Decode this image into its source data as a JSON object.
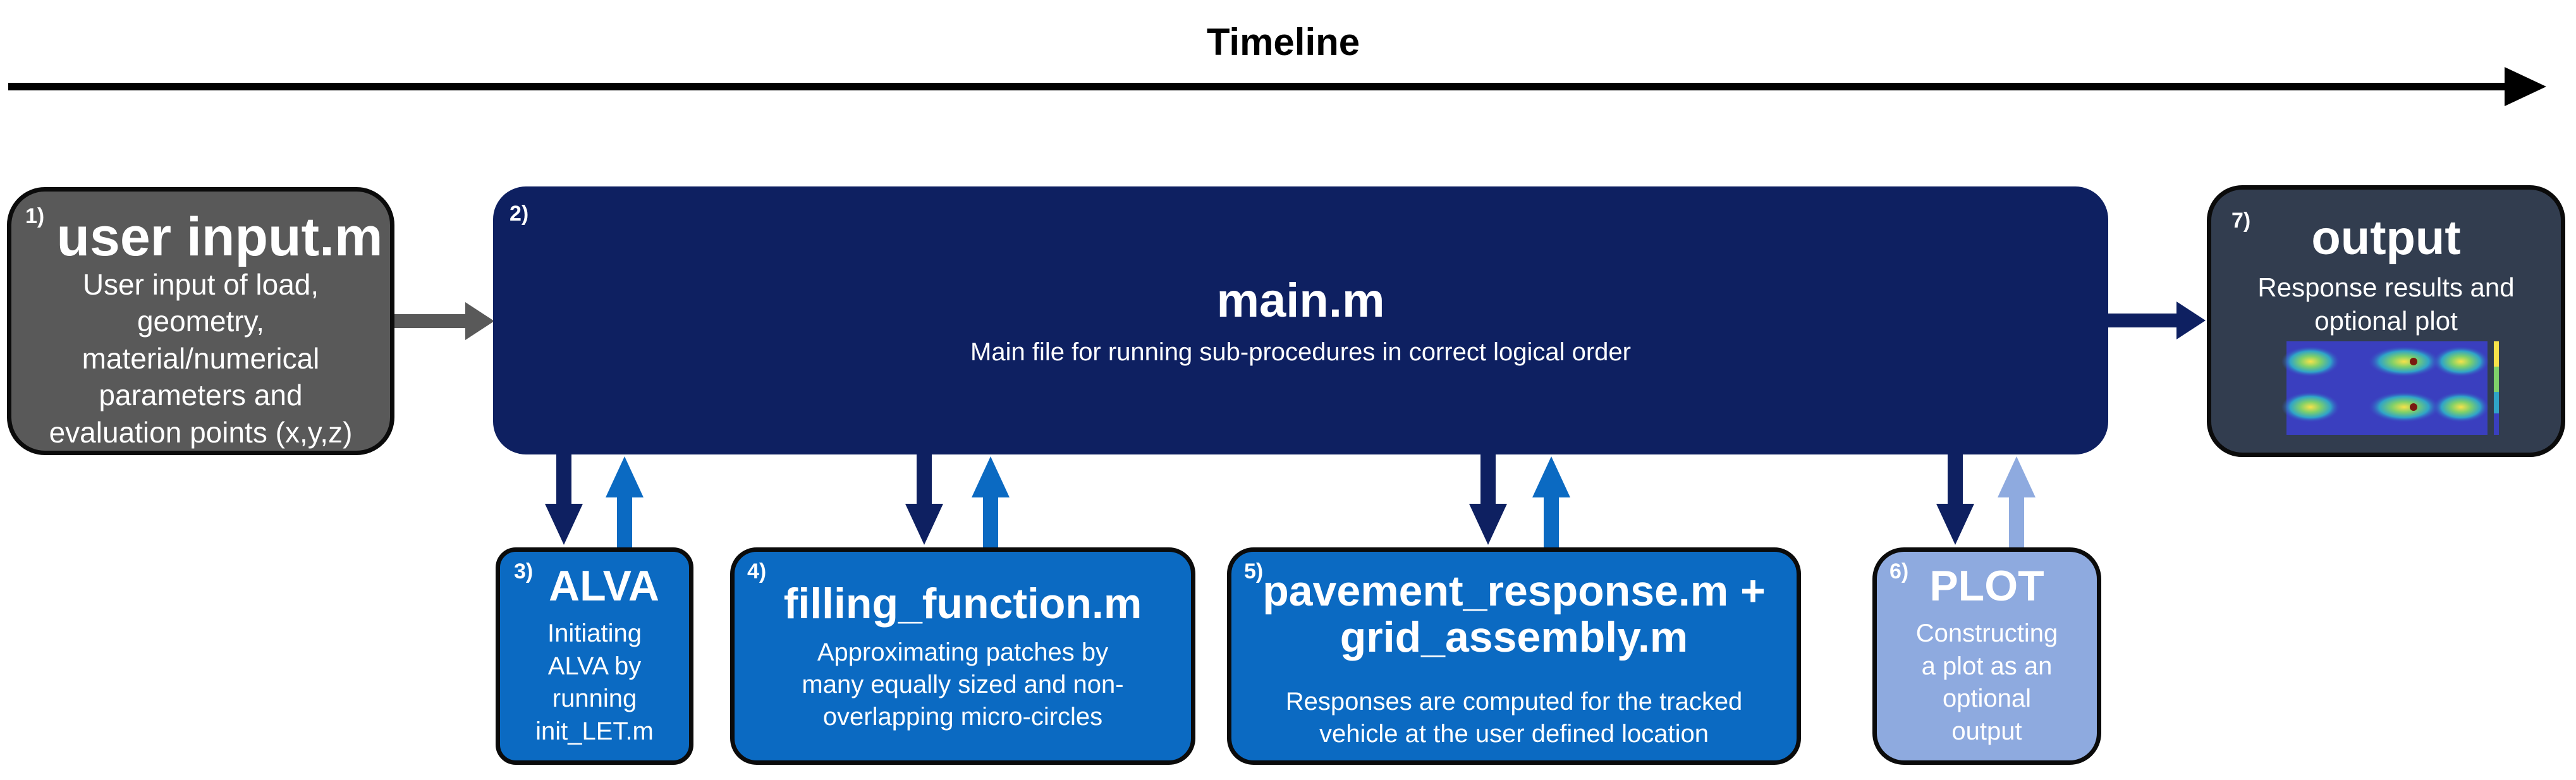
{
  "timeline": {
    "label": "Timeline"
  },
  "boxes": {
    "user_input": {
      "number": "1)",
      "title": "user input.m",
      "lines": [
        "User input of load,",
        "geometry,",
        "material/numerical",
        "parameters and",
        "evaluation points (x,y,z)"
      ]
    },
    "main": {
      "number": "2)",
      "title": "main.m",
      "description": "Main file for running sub-procedures in correct logical order"
    },
    "alva": {
      "number": "3)",
      "title": "ALVA",
      "lines": [
        "Initiating",
        "ALVA by",
        "running",
        "init_LET.m"
      ]
    },
    "filling": {
      "number": "4)",
      "title": "filling_function.m",
      "lines": [
        "Approximating patches by",
        "many equally sized and non-",
        "overlapping micro-circles"
      ]
    },
    "pavement": {
      "number": "5)",
      "title_lines": [
        "pavement_response.m +",
        "grid_assembly.m"
      ],
      "lines": [
        "Responses are computed for the tracked",
        "vehicle at the user defined location"
      ]
    },
    "plot": {
      "number": "6)",
      "title": "PLOT",
      "lines": [
        "Constructing",
        "a plot as an",
        "optional",
        "output"
      ]
    },
    "output": {
      "number": "7)",
      "title": "output",
      "lines": [
        "Response results and",
        "optional plot"
      ]
    }
  },
  "colors": {
    "user_input_fill": "#595959",
    "main_fill": "#0e2061",
    "output_fill": "#323d4f",
    "subprocedure_fill": "#0b6ac2",
    "plot_fill": "#8eaadf",
    "arrow_down": "#0e2061",
    "arrow_up": "#0b6ac2",
    "arrow_up_plot": "#8eaadf",
    "input_arrow": "#595959"
  }
}
